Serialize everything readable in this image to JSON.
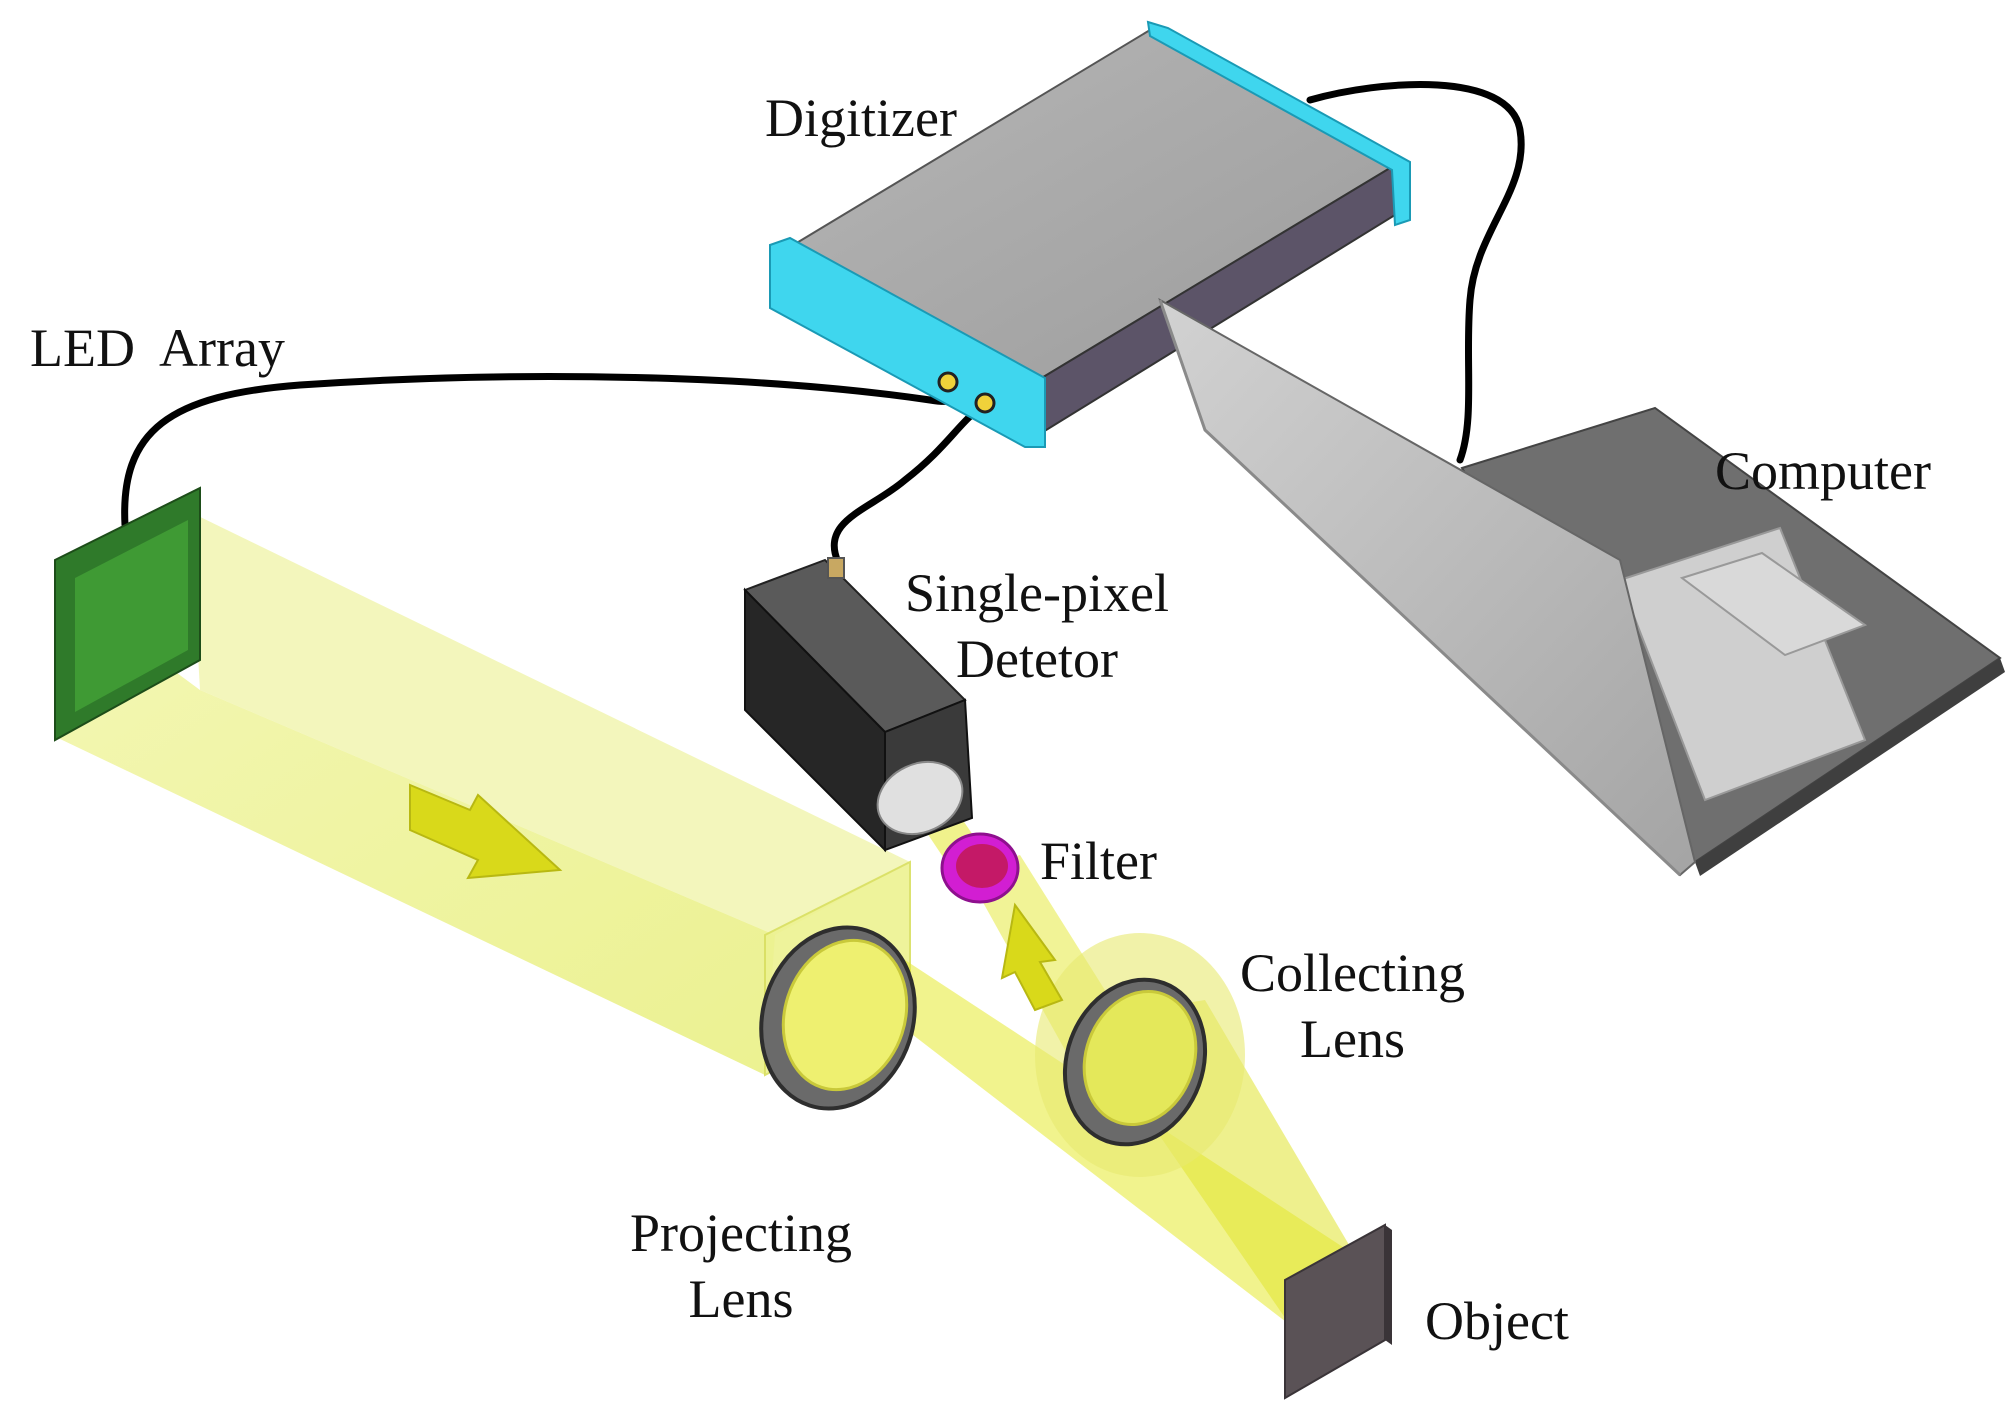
{
  "labels": {
    "digitizer": "Digitizer",
    "led_array": "LED  Array",
    "computer": "Computer",
    "detector_line1": "Single-pixel",
    "detector_line2": "Detetor",
    "filter": "Filter",
    "collecting_line1": "Collecting",
    "collecting_line2": "Lens",
    "projecting_line1": "Projecting",
    "projecting_line2": "Lens",
    "object": "Object"
  },
  "colors": {
    "light_beam": "#e6f07a",
    "beam_arrow": "#d9d91a",
    "led_panel": "#2f7a2a",
    "digitizer_body": "#a8a8a8",
    "digitizer_side": "#5c5468",
    "digitizer_caps": "#3fd6ee",
    "laptop_silver": "#b8b8b8",
    "laptop_dark": "#6f6f6f",
    "detector_body": "#2f2f2f",
    "filter_ring": "#d21ed2",
    "object_plate": "#5a5256",
    "cable": "#000000"
  }
}
